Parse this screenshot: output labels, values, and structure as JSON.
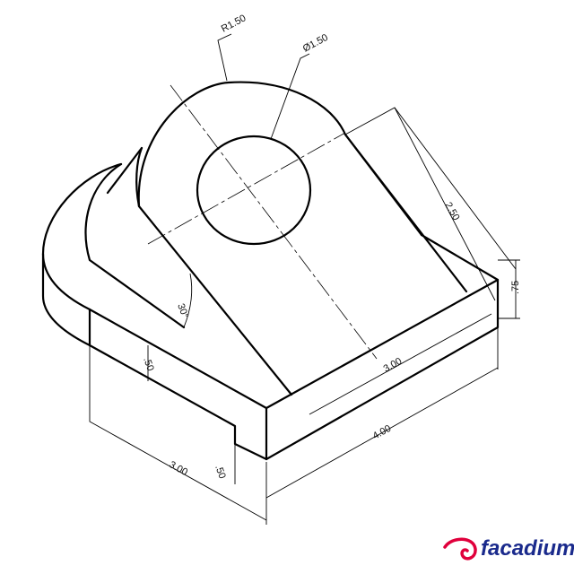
{
  "dimensions": {
    "radius": "R1.50",
    "hole_diameter": "Ø1.50",
    "upright_length": "2.50",
    "base_thickness_right": ".75",
    "angle": "30°",
    "base_thickness_left": ".50",
    "upright_width": "3.00",
    "base_length": "4.00",
    "base_width": "3.00",
    "notch": ".50"
  },
  "logo": {
    "text": "facadium",
    "icon": "spiral-logo-icon",
    "colors": {
      "spiral": "#e0003c",
      "text": "#1a2a8c"
    }
  }
}
